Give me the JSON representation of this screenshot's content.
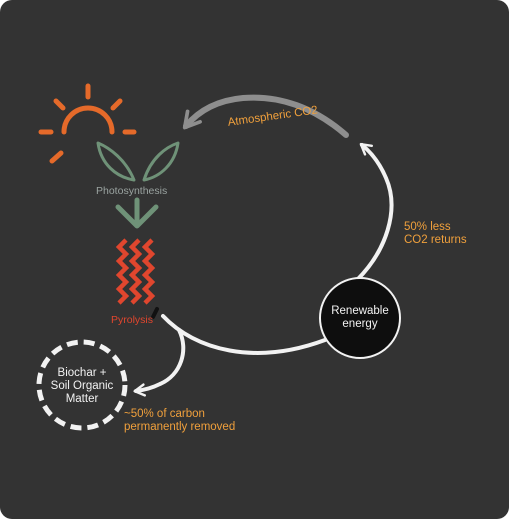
{
  "labels": {
    "atmospheric": "Atmospheric CO2",
    "less_returns_1": "50% less",
    "less_returns_2": "CO2 returns",
    "photosynthesis": "Photosynthesis",
    "pyrolysis": "Pyrolysis",
    "renewable_1": "Renewable",
    "renewable_2": "energy",
    "biochar_1": "Biochar +",
    "biochar_2": "Soil Organic",
    "biochar_3": "Matter",
    "removed_1": "~50% of carbon",
    "removed_2": "permanently removed"
  },
  "colors": {
    "background": "#333333",
    "sun": "#e56a2a",
    "leaf": "#6f9278",
    "pyrolysis": "#e0462e",
    "label_orange": "#f0a03c",
    "arrow_grey": "#8e8e8e",
    "arrow_white": "#f2f2f2"
  },
  "icons": [
    "sun-icon",
    "leaf-icon",
    "down-arrow-icon",
    "flame-zigzag-icon"
  ]
}
